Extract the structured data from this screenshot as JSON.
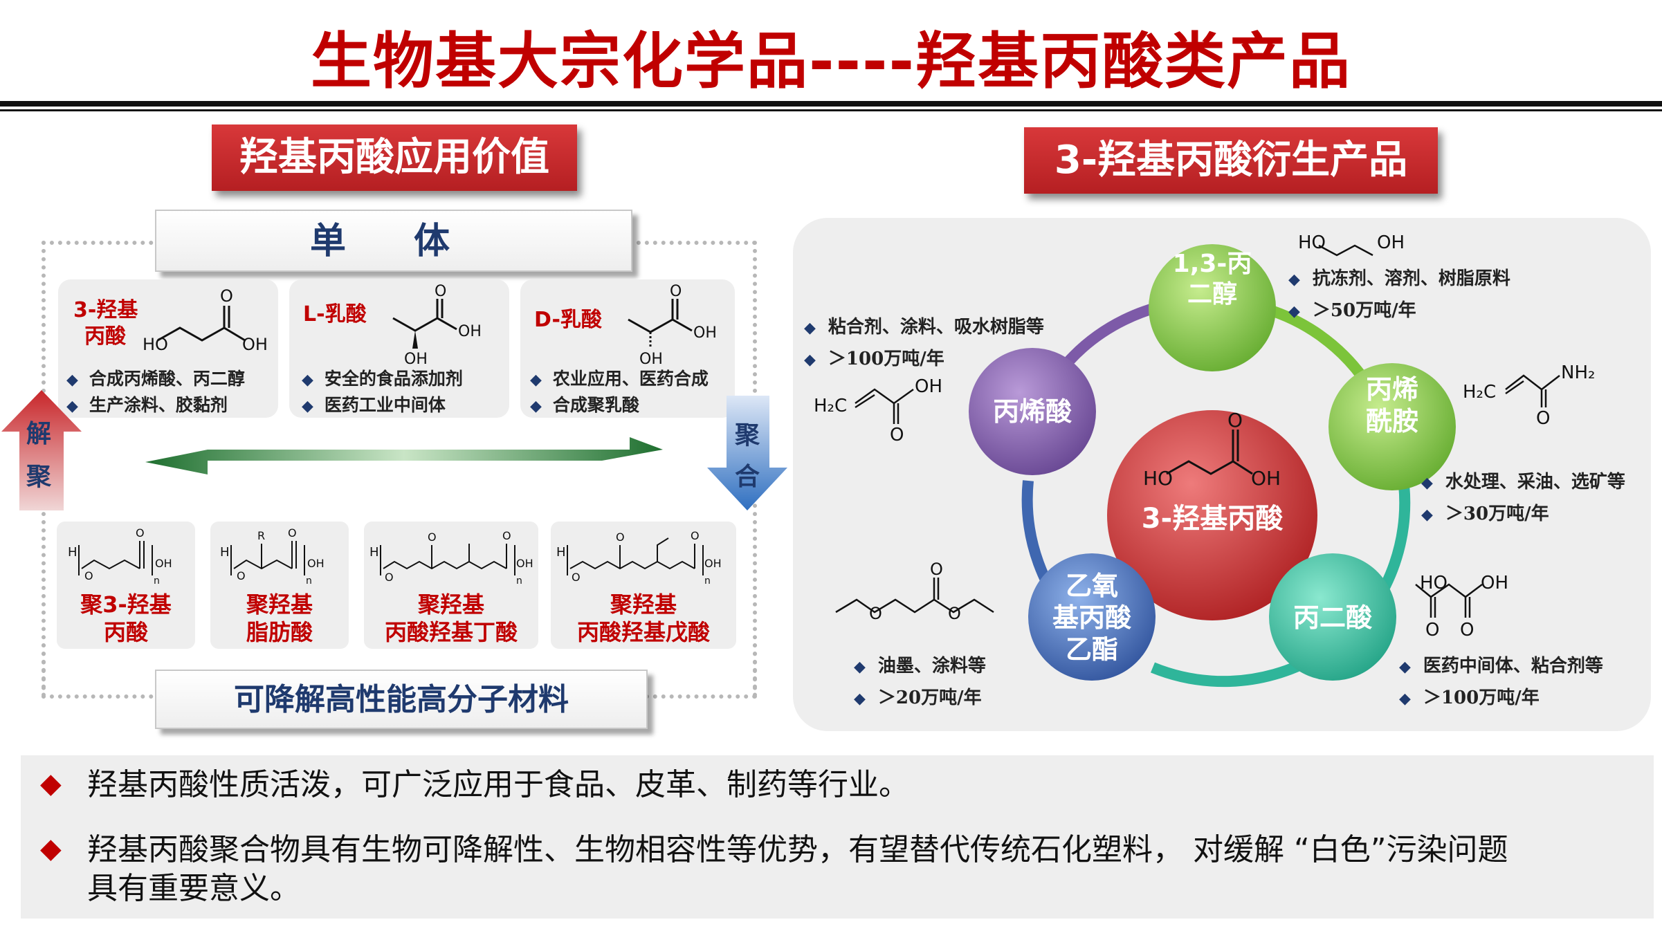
{
  "title": "生物基大宗化学品----羟基丙酸类产品",
  "left": {
    "banner": "羟基丙酸应用价值",
    "monomer_label": "单 体",
    "cards": [
      {
        "name_line1": "3-羟基",
        "name_line2": "丙酸",
        "bullets": [
          "合成丙烯酸、丙二醇",
          "生产涂料、胶黏剂"
        ]
      },
      {
        "name": "L-乳酸",
        "bullets": [
          "安全的食品添加剂",
          "医药工业中间体"
        ]
      },
      {
        "name": "D-乳酸",
        "bullets": [
          "农业应用、医药合成",
          "合成聚乳酸"
        ]
      }
    ],
    "depolymerize_label": [
      "解",
      "聚"
    ],
    "polymerize_label": [
      "聚",
      "合"
    ],
    "polymers": [
      {
        "line1": "聚3-羟基",
        "line2": "丙酸"
      },
      {
        "line1": "聚羟基",
        "line2": "脂肪酸"
      },
      {
        "line1": "聚羟基",
        "line2": "丙酸羟基丁酸"
      },
      {
        "line1": "聚羟基",
        "line2": "丙酸羟基戊酸"
      }
    ],
    "material_label": "可降解高性能高分子材料"
  },
  "right": {
    "banner": "3-羟基丙酸衍生产品",
    "center": "3-羟基丙酸",
    "nodes": {
      "propanediol": [
        "1,3-丙",
        "二醇"
      ],
      "acrylamide": [
        "丙烯",
        "酰胺"
      ],
      "malonic": [
        "丙二酸"
      ],
      "ethyl": [
        "乙氧",
        "基丙酸",
        "乙酯"
      ],
      "acrylic": [
        "丙烯酸"
      ]
    },
    "notes": {
      "propanediol": [
        "抗冻剂、溶剂、树脂原料",
        "＞50万吨/年"
      ],
      "acrylamide": [
        "水处理、采油、选矿等",
        "＞30万吨/年"
      ],
      "malonic": [
        "医药中间体、粘合剂等",
        "＞100万吨/年"
      ],
      "ethyl": [
        "油墨、涂料等",
        "＞20万吨/年"
      ],
      "acrylic": [
        "粘合剂、涂料、吸水树脂等",
        "＞100万吨/年"
      ]
    },
    "chem_labels": {
      "ho": "HO",
      "oh": "OH",
      "o": "O",
      "h2c": "H₂C",
      "nh2": "NH₂"
    }
  },
  "bottom": {
    "points": [
      "羟基丙酸性质活泼，可广泛应用于食品、皮革、制药等行业。",
      "羟基丙酸聚合物具有生物可降解性、生物相容性等优势，有望替代传统石化塑料， 对缓解 “白色”污染问题",
      "具有重要意义。"
    ]
  },
  "colors": {
    "title_red": "#c00000",
    "navy": "#1f3a6e",
    "green_arrow": "#2e8b3a",
    "blue_arrow": "#2f6fc0",
    "red_arrow": "#c8262a",
    "node_green": "#7cc43a",
    "node_purple": "#7d5aa8",
    "node_teal": "#2fb59a",
    "node_blue": "#3f67b0",
    "node_red": "#c62a2c"
  }
}
